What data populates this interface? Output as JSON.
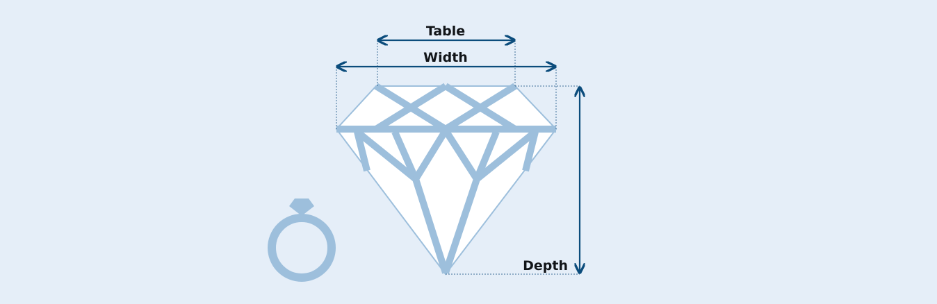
{
  "labels": {
    "table": "Table",
    "width": "Width",
    "depth": "Depth"
  },
  "icons": {
    "ring": "ring-icon",
    "diamond": "diamond-icon"
  },
  "colors": {
    "background": "#e5eef8",
    "facet_fill": "#ffffff",
    "facet_stroke": "#9dbfdc",
    "dimension_arrow": "#0b4c7c",
    "guide_line": "#3d6f99",
    "label_text": "#111418",
    "ring": "#9dbfdc"
  }
}
